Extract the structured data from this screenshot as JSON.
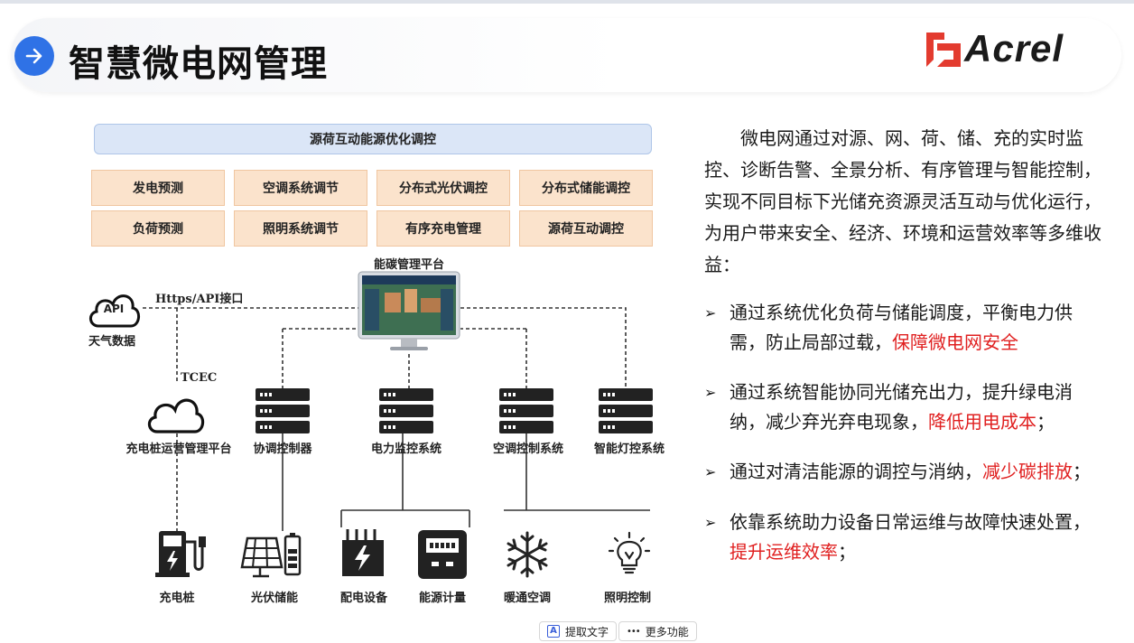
{
  "page": {
    "title": "智慧微电网管理",
    "logo": "Acrel",
    "colors": {
      "accent": "#2f72e6",
      "highlight": "#e02020",
      "function_box": "#fbe3cc",
      "banner": "#dbe6f7"
    }
  },
  "diagram": {
    "banner": "源荷互动能源优化调控",
    "functions_row1": [
      "发电预测",
      "空调系统调节",
      "分布式光伏调控",
      "分布式储能调控"
    ],
    "functions_row2": [
      "负荷预测",
      "照明系统调节",
      "有序充电管理",
      "源荷互动调控"
    ],
    "platform_label": "能碳管理平台",
    "api_interface_label": "Https/API接口",
    "api_icon_text": "API",
    "weather_label": "天气数据",
    "tcec_label": "TCEC",
    "charging_platform_label": "充电桩运营管理平台",
    "servers": [
      "协调控制器",
      "电力监控系统",
      "空调控制系统",
      "智能灯控系统"
    ],
    "devices": [
      "充电桩",
      "光伏储能",
      "配电设备",
      "能源计量",
      "暖通空调",
      "照明控制"
    ]
  },
  "description": {
    "paragraph": "微电网通过对源、网、荷、储、充的实时监控、诊断告警、全景分析、有序管理与智能控制，实现不同目标下光储充资源灵活互动与优化运行，为用户带来安全、经济、环境和运营效率等多维收益：",
    "bullet_marker": "➢",
    "bullets": [
      {
        "text": "通过系统优化负荷与储能调度，平衡电力供需，防止局部过载，",
        "highlight": "保障微电网安全",
        "tail": ""
      },
      {
        "text": "通过系统智能协同光储充出力，提升绿电消纳，减少弃光弃电现象，",
        "highlight": "降低用电成本",
        "tail": "；"
      },
      {
        "text": "通过对清洁能源的调控与消纳，",
        "highlight": "减少碳排放",
        "tail": "；"
      },
      {
        "text": "依靠系统助力设备日常运维与故障快速处置，",
        "highlight": "提升运维效率",
        "tail": "；"
      }
    ]
  },
  "toolbar": {
    "extract_text_icon": "A",
    "extract_text": "提取文字",
    "more_icon": "•••",
    "more": "更多功能"
  }
}
